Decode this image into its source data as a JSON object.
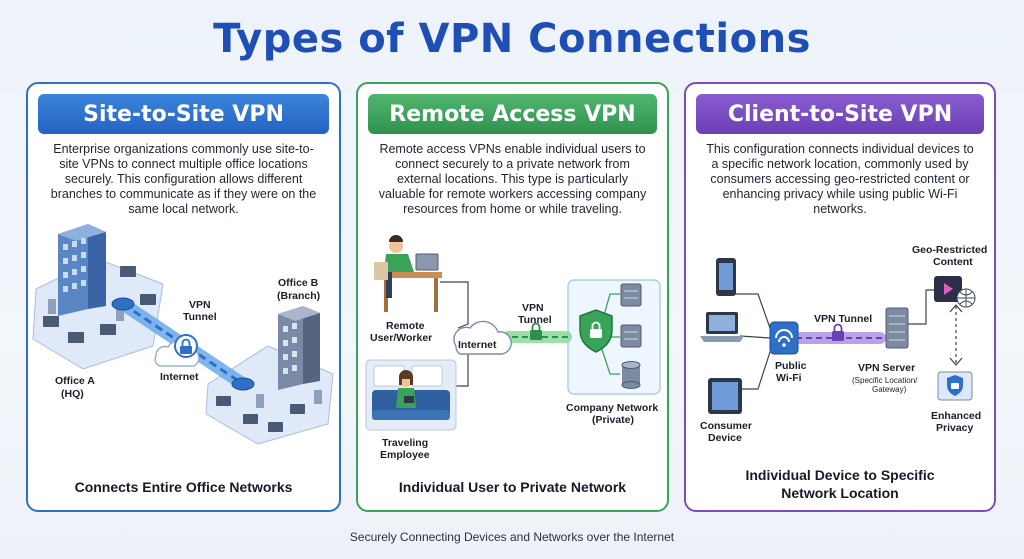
{
  "title": "Types of VPN Connections",
  "footer": "Securely Connecting Devices and Networks over the Internet",
  "colors": {
    "site": "#2f6fc8",
    "remote": "#3aa35a",
    "client": "#7a4cc0",
    "title": "#1f4fb4"
  },
  "site_to_site": {
    "heading": "Site-to-Site VPN",
    "description": "Enterprise organizations commonly use site-to-site VPNs to connect multiple office locations securely. This configuration allows different branches to communicate as if they were on the same local network.",
    "labels": {
      "office_a": "Office A",
      "office_a_sub": "(HQ)",
      "office_b": "Office B",
      "office_b_sub": "(Branch)",
      "vpn": "VPN",
      "tunnel": "Tunnel",
      "internet": "Internet"
    },
    "summary": "Connects Entire Office Networks"
  },
  "remote_access": {
    "heading": "Remote Access VPN",
    "description": "Remote access VPNs enable individual users to connect securely to a private network from external locations. This type is particularly valuable for remote workers accessing company resources from home or while traveling.",
    "labels": {
      "remote_user": "Remote",
      "remote_user_sub": "User/Worker",
      "internet": "Internet",
      "vpn": "VPN",
      "tunnel": "Tunnel",
      "company": "Company Network",
      "company_sub": "(Private)",
      "traveling": "Traveling",
      "traveling_sub": "Employee"
    },
    "summary": "Individual User to Private Network"
  },
  "client_to_site": {
    "heading": "Client-to-Site VPN",
    "description": "This configuration connects individual devices to a specific network location, commonly used by consumers accessing geo-restricted content or enhancing privacy while using public Wi-Fi networks.",
    "labels": {
      "geo": "Geo-Restricted",
      "geo_sub": "Content",
      "vpn_tunnel": "VPN Tunnel",
      "wifi": "Public",
      "wifi_sub": "Wi-Fi",
      "server": "VPN Server",
      "server_sub1": "(Specific Location/",
      "server_sub2": "Gateway)",
      "consumer": "Consumer",
      "consumer_sub": "Device",
      "privacy": "Enhanced",
      "privacy_sub": "Privacy"
    },
    "summary_line1": "Individual Device to Specific",
    "summary_line2": "Network Location"
  }
}
